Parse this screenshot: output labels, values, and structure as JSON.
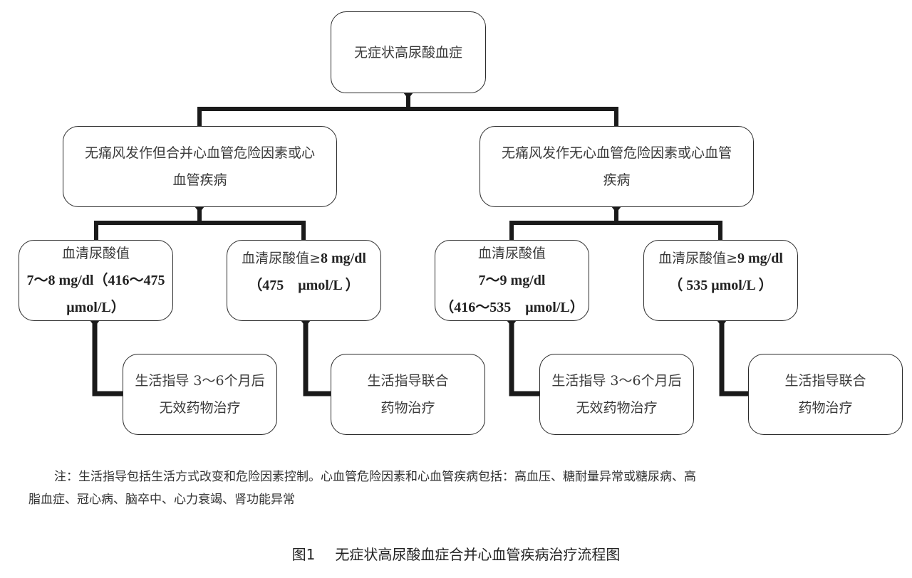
{
  "diagram": {
    "root": {
      "label": "无症状高尿酸血症"
    },
    "branches": [
      {
        "lines": [
          "无痛风发作但合并心血管危险因素或心",
          "血管疾病"
        ],
        "children": [
          {
            "lines": [
              {
                "text": "血清尿酸值",
                "bold": false
              },
              {
                "text": "7～8 mg/dl（416～475",
                "bold": true
              },
              {
                "text": "μmol/L）",
                "bold": true
              }
            ],
            "action": [
              "生活指导 3～6个月后",
              "无效药物治疗"
            ]
          },
          {
            "lines": [
              {
                "text_prefix": "血清尿酸值≥",
                "text": "8 mg/dl",
                "bold": true
              },
              {
                "text": "（475　μmol/L ）",
                "bold": true
              }
            ],
            "action": [
              "生活指导联合",
              "药物治疗"
            ]
          }
        ]
      },
      {
        "lines": [
          "无痛风发作无心血管危险因素或心血管",
          "疾病"
        ],
        "children": [
          {
            "lines": [
              {
                "text": "血清尿酸值",
                "bold": false
              },
              {
                "text": "7～9 mg/dl",
                "bold": true
              },
              {
                "text": "（416～535　μmol/L）",
                "bold": true
              }
            ],
            "action": [
              "生活指导 3～6个月后",
              "无效药物治疗"
            ]
          },
          {
            "lines": [
              {
                "text_prefix": "血清尿酸值≥",
                "text": "9  mg/dl",
                "bold": true
              },
              {
                "text": "（ 535 μmol/L ）",
                "bold": true
              }
            ],
            "action": [
              "生活指导联合",
              "药物治疗"
            ]
          }
        ]
      }
    ]
  },
  "note": {
    "line1": "注：生活指导包括生活方式改变和危险因素控制。心血管危险因素和心血管疾病包括：高血压、糖耐量异常或糖尿病、高",
    "line2": "脂血症、冠心病、脑卒中、心力衰竭、肾功能异常"
  },
  "caption": {
    "figure_no": "图1",
    "title": "无症状高尿酸血症合并心血管疾病治疗流程图"
  },
  "colors": {
    "connector": "#1a1a1a",
    "box_border": "#2a2a2a",
    "text": "#333333"
  }
}
